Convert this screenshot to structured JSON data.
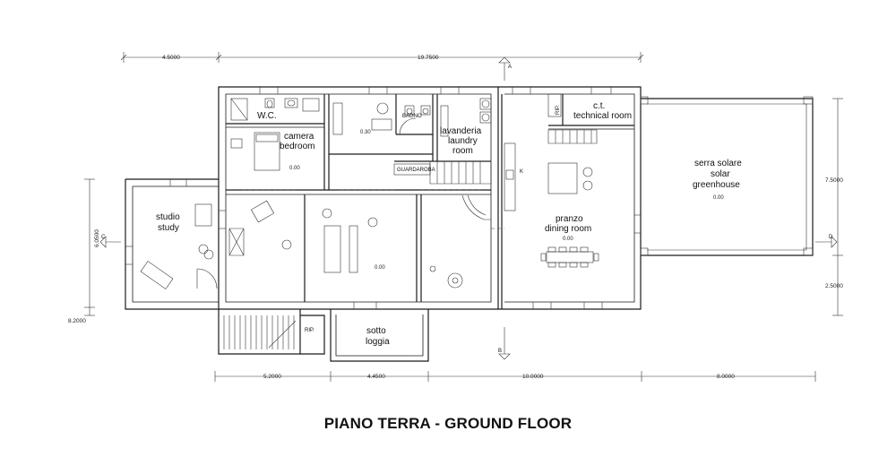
{
  "title": "PIANO TERRA - GROUND FLOOR",
  "rooms": {
    "wc": "W.C.",
    "camera": "camera",
    "bedroom": "bedroom",
    "bagno": "BAGNO",
    "lavanderia": "lavanderia",
    "laundry": "laundry",
    "room": "room",
    "guardaroba": "GUARDAROBA",
    "rip_top": "RIP.",
    "ct": "c.t.",
    "technical_room": "technical room",
    "serra_solare": "serra  solare",
    "solar": "solar",
    "greenhouse": "greenhouse",
    "studio": "studio",
    "study": "study",
    "pranzo": "pranzo",
    "dining_room": "dining room",
    "rip_bottom": "RIP.",
    "sotto": "sotto",
    "loggia": "loggia",
    "k": "K"
  },
  "elevations": {
    "e1": "0.30",
    "e2": "0.00",
    "e3": "0.00",
    "e4": "0.00",
    "e5": "0.00"
  },
  "sections": {
    "a": "A",
    "b": "B",
    "c": "C",
    "d": "D"
  },
  "dimensions": {
    "top_left": "4.5000",
    "top_right": "19.7500",
    "left_main": "6.0500",
    "left_small": "8.2000",
    "right_top": "7.5000",
    "right_bottom": "2.5000",
    "bottom_1": "5.2000",
    "bottom_2": "4.4500",
    "bottom_3": "10.0000",
    "bottom_4": "8.0000"
  }
}
